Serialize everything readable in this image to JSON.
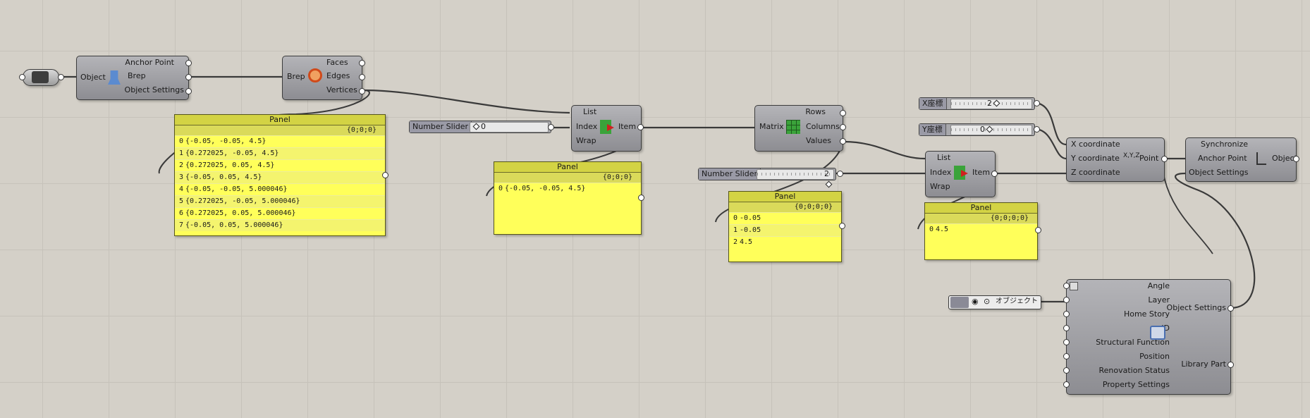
{
  "nodes": {
    "source": {
      "icon": "building-element-icon"
    },
    "deconstruct_obj": {
      "input": "Object",
      "outputs": [
        "Anchor Point",
        "Brep",
        "Object Settings"
      ]
    },
    "deconstruct_brep": {
      "input": "Brep",
      "outputs": [
        "Faces",
        "Edges",
        "Vertices"
      ]
    },
    "list_item_1": {
      "inputs": [
        "List",
        "Index",
        "Wrap"
      ],
      "output": "Item"
    },
    "deconstruct_matrix": {
      "input": "Matrix",
      "outputs": [
        "Rows",
        "Columns",
        "Values"
      ]
    },
    "list_item_2": {
      "inputs": [
        "List",
        "Index",
        "Wrap"
      ],
      "output": "Item"
    },
    "construct_point": {
      "inputs": [
        "X coordinate",
        "Y coordinate",
        "Z coordinate"
      ],
      "output": "Point",
      "center_text": "X,Y,Z"
    },
    "object_out": {
      "inputs": [
        "Synchronize",
        "Anchor Point",
        "Object Settings"
      ],
      "output": "Object"
    },
    "settings": {
      "inputs": [
        "Angle",
        "Layer",
        "Home Story",
        "ID",
        "Structural Function",
        "Position",
        "Renovation Status",
        "Property Settings"
      ],
      "outputs": [
        "Object Settings",
        "Library Part"
      ]
    }
  },
  "panels": {
    "vertices": {
      "title": "Panel",
      "path": "{0;0;0}",
      "rows": [
        {
          "i": "0",
          "v": "{-0.05, -0.05, 4.5}"
        },
        {
          "i": "1",
          "v": "{0.272025, -0.05, 4.5}"
        },
        {
          "i": "2",
          "v": "{0.272025, 0.05, 4.5}"
        },
        {
          "i": "3",
          "v": "{-0.05, 0.05, 4.5}"
        },
        {
          "i": "4",
          "v": "{-0.05, -0.05, 5.000046}"
        },
        {
          "i": "5",
          "v": "{0.272025, -0.05, 5.000046}"
        },
        {
          "i": "6",
          "v": "{0.272025, 0.05, 5.000046}"
        },
        {
          "i": "7",
          "v": "{-0.05, 0.05, 5.000046}"
        }
      ]
    },
    "item": {
      "title": "Panel",
      "path": "{0;0;0}",
      "rows": [
        {
          "i": "0",
          "v": "{-0.05, -0.05, 4.5}"
        }
      ]
    },
    "values": {
      "title": "Panel",
      "path": "{0;0;0;0}",
      "rows": [
        {
          "i": "0",
          "v": "-0.05"
        },
        {
          "i": "1",
          "v": "-0.05"
        },
        {
          "i": "2",
          "v": "4.5"
        }
      ]
    },
    "z": {
      "title": "Panel",
      "path": "{0;0;0;0}",
      "rows": [
        {
          "i": "0",
          "v": "4.5"
        }
      ]
    }
  },
  "sliders": {
    "index1": {
      "label": "Number Slider",
      "value": "0"
    },
    "index2": {
      "label": "Number Slider",
      "value": "2"
    },
    "x": {
      "label": "X座標",
      "value": "2"
    },
    "y": {
      "label": "Y座標",
      "value": "0"
    }
  },
  "layer_picker": {
    "label": "オブジェクト"
  },
  "colors": {
    "canvas": "#d4d0c8",
    "panel": "#ffff5a",
    "component": "#a3a3a8",
    "wire": "#3a3a3a"
  }
}
